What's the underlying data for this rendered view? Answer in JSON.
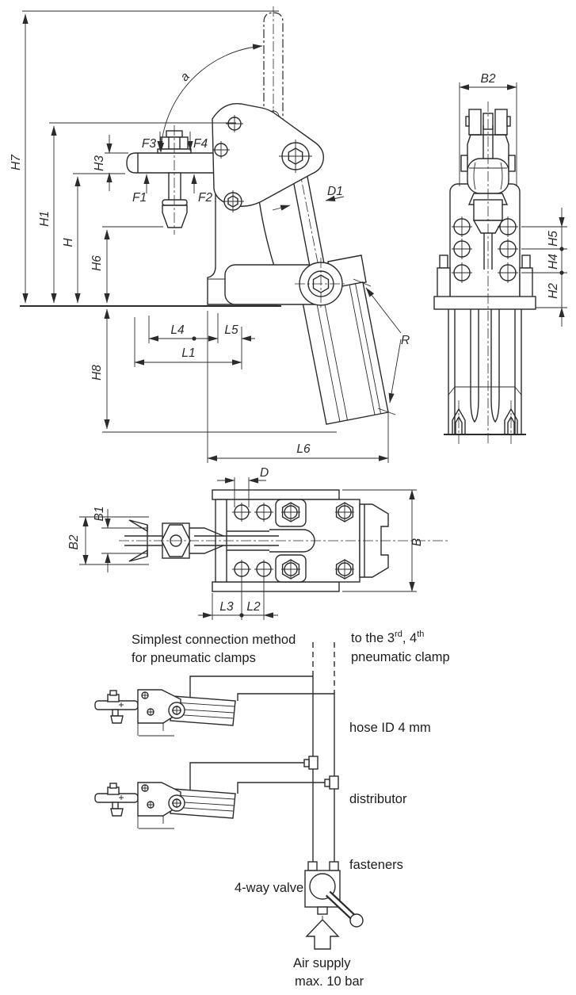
{
  "colors": {
    "ink": "#2b2b2b",
    "background": "#ffffff"
  },
  "front_view": {
    "labels": {
      "h7": "H7",
      "h1": "H1",
      "h": "H",
      "h6": "H6",
      "h3": "H3",
      "h8": "H8",
      "f1": "F1",
      "f2": "F2",
      "f3": "F3",
      "f4": "F4",
      "angle": "a",
      "d1": "D1",
      "r": "R",
      "l4": "L4",
      "l5": "L5",
      "l1": "L1",
      "l6": "L6"
    }
  },
  "side_view": {
    "labels": {
      "b2": "B2",
      "h5": "H5",
      "h4": "H4",
      "h2": "H2"
    }
  },
  "plan_view": {
    "labels": {
      "d": "D",
      "b": "B",
      "b1": "B1",
      "b2": "B2",
      "l3": "L3",
      "l2": "L2"
    }
  },
  "schematic": {
    "caption": {
      "line1": "Simplest connection method",
      "line2": "for pneumatic clamps"
    },
    "destination": {
      "part1": "to the 3",
      "sup1": "rd",
      "part2": ", 4",
      "sup2": "th",
      "line2": "pneumatic clamp"
    },
    "hose_label": "hose ID 4 mm",
    "distributor_label": "distributor",
    "fasteners_label": "fasteners",
    "valve_label": "4-way valve",
    "air_supply": {
      "line1": "Air supply",
      "line2": "max. 10 bar"
    }
  }
}
